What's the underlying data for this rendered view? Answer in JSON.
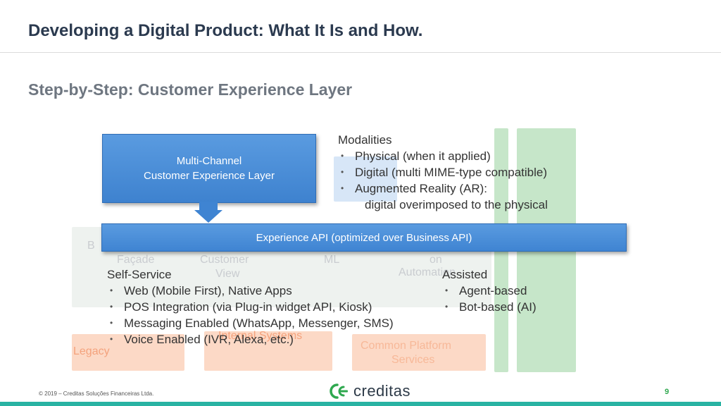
{
  "slide": {
    "title": "Developing a Digital Product: What It Is and How.",
    "subtitle": "Step-by-Step: Customer Experience Layer",
    "page_number": "9"
  },
  "boxes": {
    "multichannel_line1": "Multi-Channel",
    "multichannel_line2": "Customer Experience Layer",
    "experience_api": "Experience API (optimized over Business API)"
  },
  "modalities": {
    "heading": "Modalities",
    "items": [
      "Physical (when it applied)",
      "Digital (multi MIME-type compatible)",
      "Augmented Reality (AR):"
    ],
    "ar_sub": "digital overimposed to the physical"
  },
  "self_service": {
    "heading": "Self-Service",
    "items": [
      "Web (Mobile First), Native Apps",
      "POS Integration (via Plug-in widget API, Kiosk)",
      "Messaging Enabled (WhatsApp, Messenger, SMS)",
      "Voice Enabled (IVR, Alexa, etc.)"
    ]
  },
  "assisted": {
    "heading": "Assisted",
    "items": [
      "Agent-based",
      "Bot-based (AI)"
    ]
  },
  "background_faded": {
    "b_label": "B",
    "facade": "Façade",
    "customer": "Customer",
    "view": "View",
    "ml": "ML",
    "on": "on",
    "automation": "Automation",
    "legacy": "Legacy",
    "internal_systems": "Internal Systems",
    "common_platform": "Common Platform",
    "services": "Services"
  },
  "footer": {
    "copyright": "© 2019 – Creditas Soluções Financeiras Ltda.",
    "logo_text": "creditas"
  },
  "colors": {
    "primary_blue": "#3f84d2",
    "brand_green": "#2fa84f",
    "bottom_bar": "#29b3a3"
  }
}
